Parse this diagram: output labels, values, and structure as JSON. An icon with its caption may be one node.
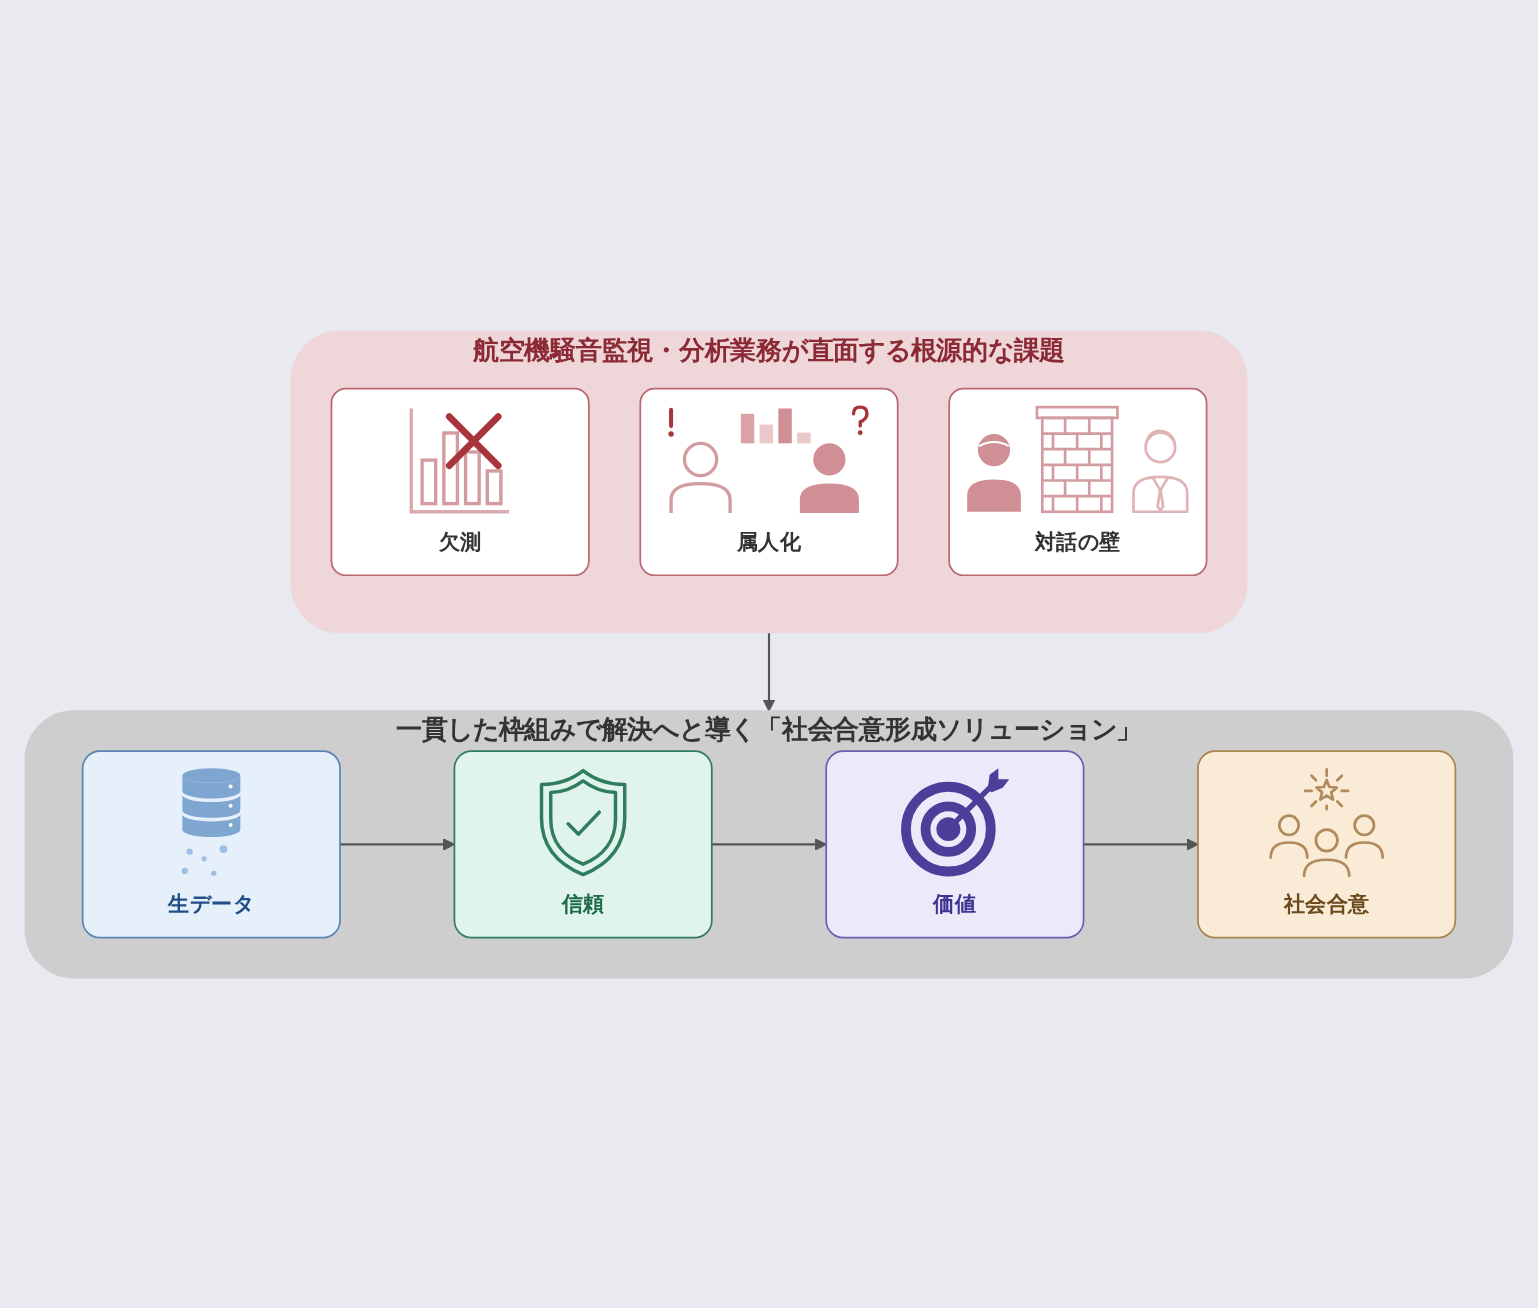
{
  "diagram": {
    "nodes": [
      {
        "text": [
          "航空機騒音監視・分析業務が直面する根源的な課題"
        ]
      },
      {
        "text": [
          "欠測"
        ],
        "in": 0
      },
      {
        "text": [
          "属人化"
        ],
        "in": 0
      },
      {
        "text": [
          "対話の壁"
        ],
        "in": 0
      },
      {
        "text": [
          "一貫した枠組みで解決へと導く「社会合意形成ソリューション」"
        ]
      },
      {
        "text": [
          "生データ"
        ],
        "in": 4
      },
      {
        "text": [
          "信頼"
        ],
        "in": 4
      },
      {
        "text": [
          "価値"
        ],
        "in": 4
      },
      {
        "text": [
          "社会合意"
        ],
        "in": 4
      }
    ],
    "edges": [
      {
        "from": 0,
        "to": 4,
        "arrow": "to"
      },
      {
        "from": 5,
        "to": 6,
        "arrow": "to"
      },
      {
        "from": 6,
        "to": 7,
        "arrow": "to"
      },
      {
        "from": 7,
        "to": 8,
        "arrow": "to"
      }
    ]
  }
}
